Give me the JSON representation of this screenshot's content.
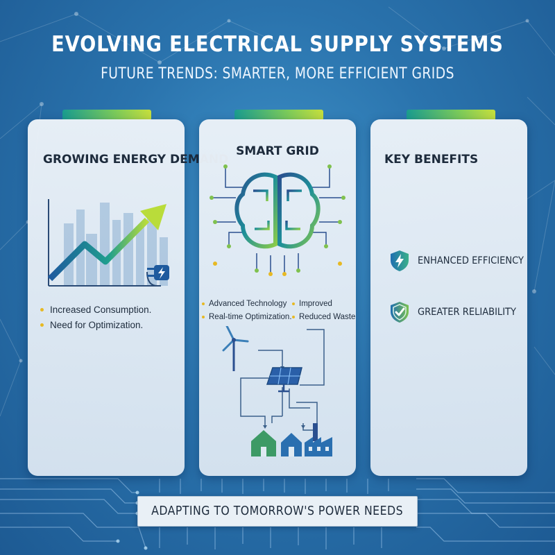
{
  "header": {
    "title": "EVOLVING ELECTRICAL SUPPLY SYSTEMS",
    "subtitle": "FUTURE TRENDS: SMARTER, MORE EFFICIENT GRIDS"
  },
  "colors": {
    "background": "#2a73ad",
    "accent_green": "#7ccb5a",
    "accent_teal": "#1a9d8f",
    "bullet_yellow": "#e7b923",
    "text_dark": "#1d2b3c"
  },
  "cards": [
    {
      "title": "GROWING ENERGY DEMAND",
      "icon": "rising-demand-chart-with-plug-icon",
      "bullets": [
        "Increased Consumption.",
        "Need for Optimization."
      ]
    },
    {
      "title": "SMART GRID",
      "icon": "circuit-brain-icon",
      "bullets_left": [
        "Advanced Technology",
        "Real-time Optimization."
      ],
      "bullets_right": [
        "Improved",
        "Reduced Waste"
      ],
      "diagram_icons": [
        "wind-turbine-icon",
        "solar-panel-icon",
        "house-icon",
        "house-icon",
        "factory-icon"
      ]
    },
    {
      "title": "KEY BENEFITS",
      "benefits": [
        {
          "icon": "lightning-shield-icon",
          "label": "ENHANCED EFFICIENCY"
        },
        {
          "icon": "check-shield-icon",
          "label": "GREATER RELIABILITY"
        }
      ]
    }
  ],
  "footer": {
    "label": "ADAPTING TO TOMORROW'S POWER NEEDS"
  }
}
